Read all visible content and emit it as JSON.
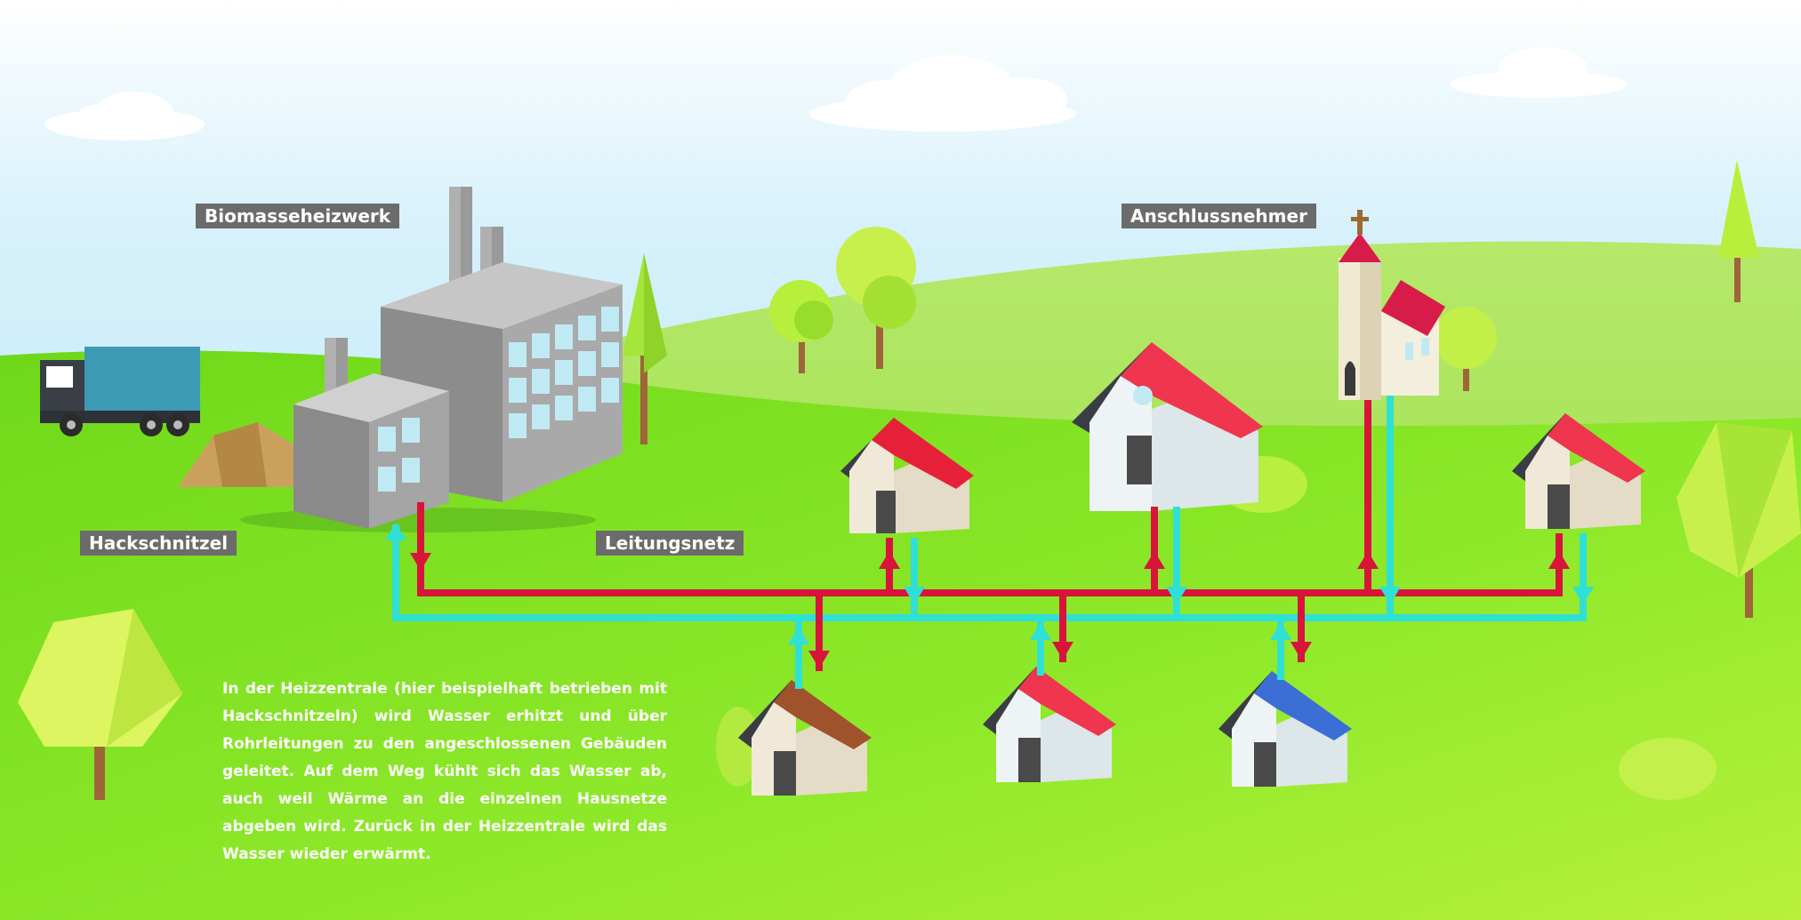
{
  "labels": {
    "biomass_plant": "Biomasseheizwerk",
    "consumers": "Anschlussnehmer",
    "wood_chips": "Hackschnitzel",
    "pipe_network": "Leitungsnetz"
  },
  "description": "In der Heizzentrale (hier beispielhaft betrieben mit Hackschnitzeln) wird Wasser erhitzt und über Rohrleitungen zu den angeschlossenen Gebäuden geleitet. Auf dem Weg kühlt sich das Wasser ab, auch weil Wärme an die einzelnen Hausnetze abgeben wird. Zurück in der Heizzentrale wird das Wasser wieder erwärmt.",
  "colors": {
    "sky_top": "#bfe9f7",
    "grass": "#7fe01e",
    "supply_pipe": "#d8143a",
    "return_pipe": "#2ee0d6",
    "label_bg": "#6b6b6b"
  }
}
